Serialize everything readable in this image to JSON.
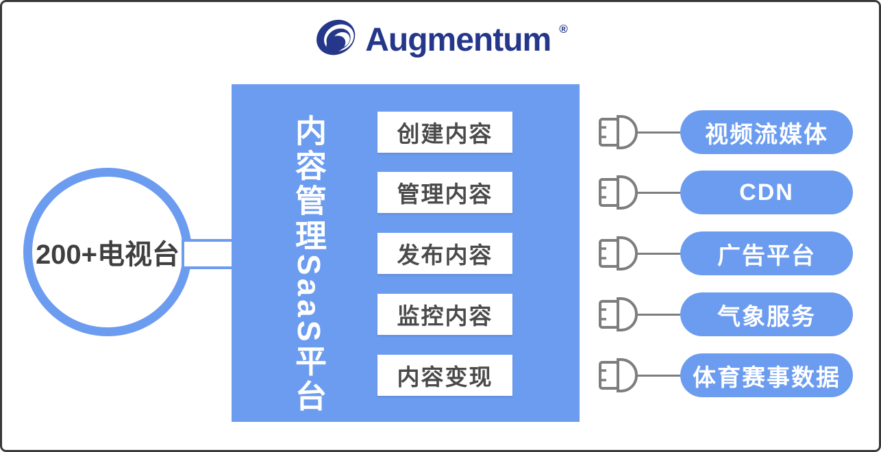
{
  "logo": {
    "brand": "Augmentum",
    "registered": "®"
  },
  "source": {
    "label": "200+电视台"
  },
  "platform": {
    "title": "内容管理SaaS平台",
    "modules": [
      "创建内容",
      "管理内容",
      "发布内容",
      "监控内容",
      "内容变现"
    ]
  },
  "integrations": {
    "items": [
      "视频流媒体",
      "CDN",
      "广告平台",
      "气象服务",
      "体育赛事数据"
    ]
  },
  "icons": {
    "logo_icon": "swirl-logo-icon",
    "connector_icon": "plug-connector-icon",
    "arrow_icon": "right-arrow-icon"
  },
  "colors": {
    "primary_blue": "#6C9CEF",
    "logo_navy": "#25378B",
    "plug_gray": "#7D7D7D",
    "text_dark": "#4A4A4A",
    "frame_border": "#383838",
    "background": "#FFFFFF"
  }
}
